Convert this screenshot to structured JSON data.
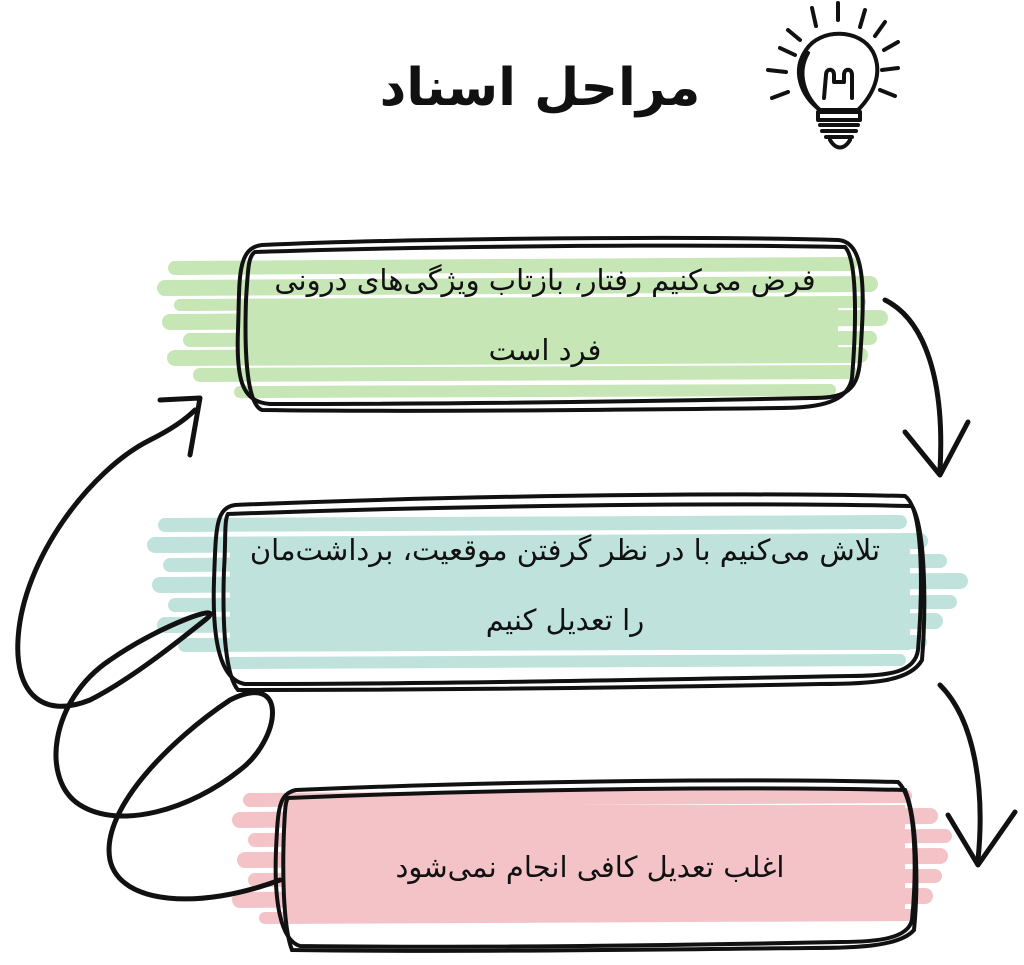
{
  "title": "مراحل اسناد",
  "steps": [
    {
      "text": "فرض می‌کنیم رفتار، بازتاب ویژگی‌های درونی فرد است",
      "color": "#c6e6b5"
    },
    {
      "text": "تلاش می‌کنیم با در نظر گرفتن موقعیت، برداشت‌مان را تعدیل کنیم",
      "color": "#bfe3dc"
    },
    {
      "text": "اغلب تعدیل کافی انجام نمی‌شود",
      "color": "#f3c3c8"
    }
  ],
  "icons": [
    "lightbulb-icon"
  ]
}
